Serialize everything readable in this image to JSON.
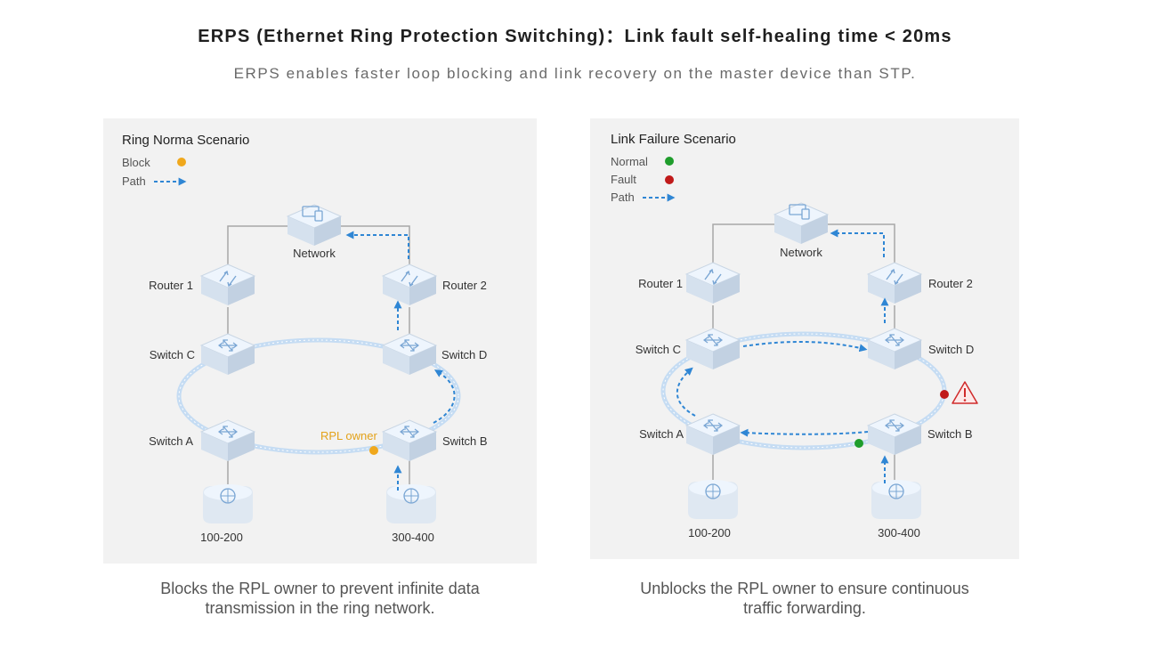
{
  "header": {
    "title": "ERPS (Ethernet Ring Protection Switching)：Link fault self-healing time < 20ms",
    "subtitle": "ERPS enables faster loop blocking and link recovery on the master device than STP."
  },
  "colors": {
    "panel_bg": "#f2f2f2",
    "path_arrow": "#2f86d4",
    "ring": "#bcd8f2",
    "block": "#f0a81c",
    "rpl_owner_text": "#e3a21a",
    "normal": "#1f9d2c",
    "fault": "#c01a1a"
  },
  "left": {
    "heading": "Ring Norma Scenario",
    "legend": {
      "block": "Block",
      "path": "Path"
    },
    "nodes": {
      "network": "Network",
      "router1": "Router 1",
      "router2": "Router 2",
      "switch_c": "Switch C",
      "switch_d": "Switch D",
      "switch_a": "Switch A",
      "switch_b": "Switch B",
      "host1": "100-200",
      "host2": "300-400"
    },
    "rpl_owner": "RPL owner",
    "caption_line1": "Blocks the RPL owner to prevent infinite data",
    "caption_line2": "transmission in the ring network."
  },
  "right": {
    "heading": "Link Failure Scenario",
    "legend": {
      "normal": "Normal",
      "fault": "Fault",
      "path": "Path"
    },
    "nodes": {
      "network": "Network",
      "router1": "Router 1",
      "router2": "Router 2",
      "switch_c": "Switch C",
      "switch_d": "Switch D",
      "switch_a": "Switch A",
      "switch_b": "Switch B",
      "host1": "100-200",
      "host2": "300-400"
    },
    "warning_icon": "warning-triangle-icon",
    "caption_line1": "Unblocks the RPL owner to ensure continuous",
    "caption_line2": "traffic forwarding."
  }
}
